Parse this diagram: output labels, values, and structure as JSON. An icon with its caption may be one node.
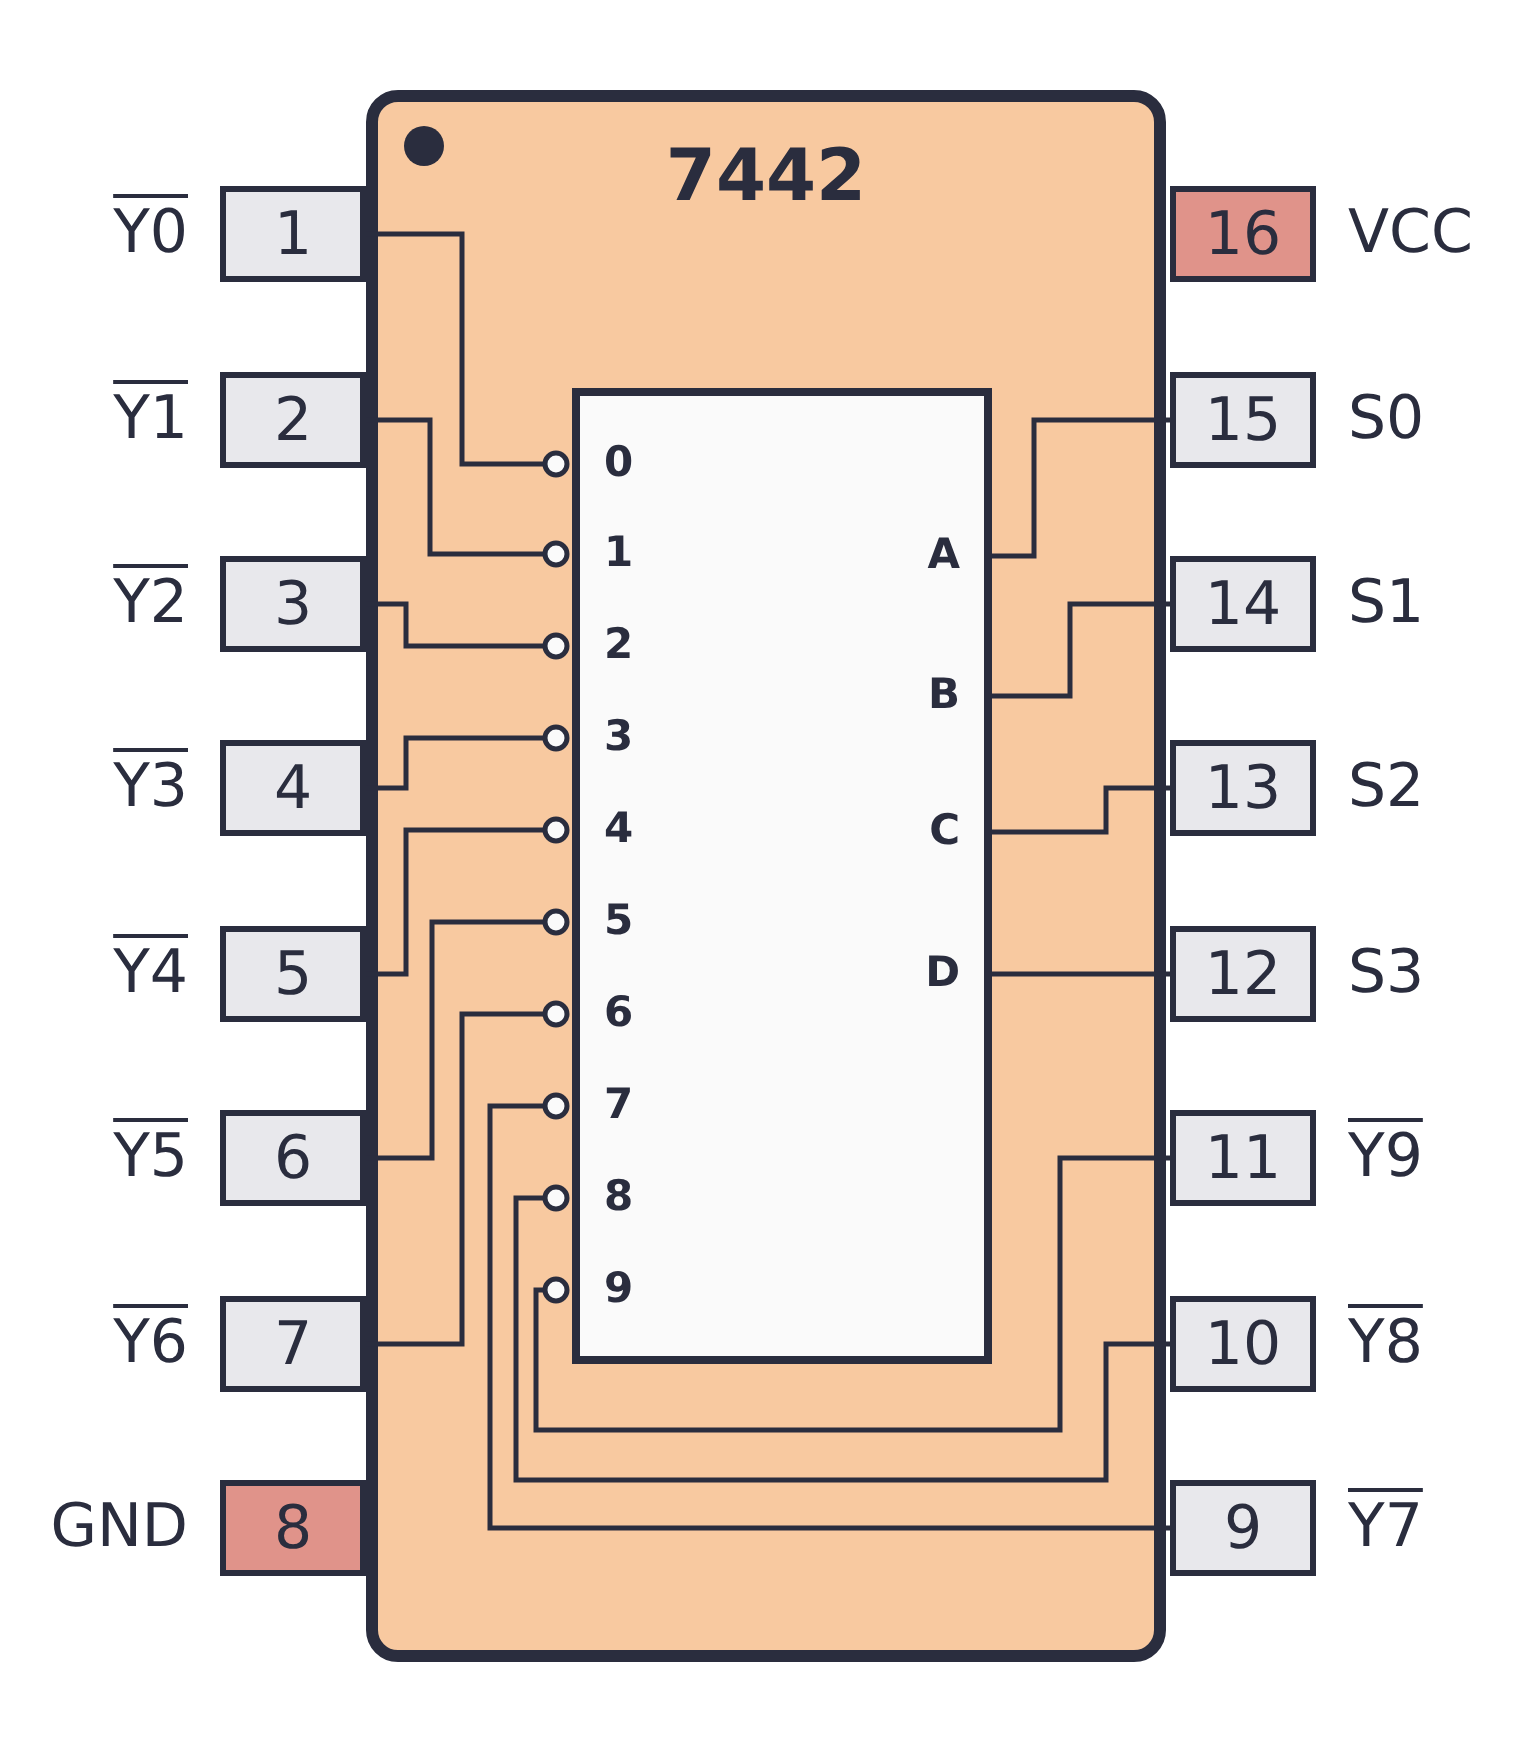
{
  "diagram": {
    "nodes": [
      {
        "text": [
          "7442"
        ]
      },
      {
        "text": [],
        "shape": "box",
        "in": 0
      },
      {
        "text": [
          "0"
        ],
        "in": 1
      },
      {
        "text": [
          "1"
        ],
        "in": 1
      },
      {
        "text": [
          "2"
        ],
        "in": 1
      },
      {
        "text": [
          "3"
        ],
        "in": 1
      },
      {
        "text": [
          "4"
        ],
        "in": 1
      },
      {
        "text": [
          "5"
        ],
        "in": 1
      },
      {
        "text": [
          "6"
        ],
        "in": 1
      },
      {
        "text": [
          "7"
        ],
        "in": 1
      },
      {
        "text": [
          "8"
        ],
        "in": 1
      },
      {
        "text": [
          "9"
        ],
        "in": 1
      },
      {
        "text": [
          "A"
        ],
        "in": 1
      },
      {
        "text": [
          "B"
        ],
        "in": 1
      },
      {
        "text": [
          "C"
        ],
        "in": 1
      },
      {
        "text": [
          "D"
        ],
        "in": 1
      },
      {
        "text": [
          "1"
        ],
        "beside": [
          "Y0"
        ]
      },
      {
        "text": [
          "2"
        ],
        "beside": [
          "Y1"
        ]
      },
      {
        "text": [
          "3"
        ],
        "beside": [
          "Y2"
        ]
      },
      {
        "text": [
          "4"
        ],
        "beside": [
          "Y3"
        ]
      },
      {
        "text": [
          "5"
        ],
        "beside": [
          "Y4"
        ]
      },
      {
        "text": [
          "6"
        ],
        "beside": [
          "Y5"
        ]
      },
      {
        "text": [
          "7"
        ],
        "beside": [
          "Y6"
        ]
      },
      {
        "text": [
          "8"
        ],
        "beside": [
          "GND"
        ]
      },
      {
        "text": [
          "16"
        ],
        "beside": [
          "VCC"
        ]
      },
      {
        "text": [
          "15"
        ],
        "beside": [
          "S0"
        ]
      },
      {
        "text": [
          "14"
        ],
        "beside": [
          "S1"
        ]
      },
      {
        "text": [
          "13"
        ],
        "beside": [
          "S2"
        ]
      },
      {
        "text": [
          "12"
        ],
        "beside": [
          "S3"
        ]
      },
      {
        "text": [
          "11"
        ],
        "beside": [
          "Y9"
        ]
      },
      {
        "text": [
          "10"
        ],
        "beside": [
          "Y8"
        ]
      },
      {
        "text": [
          "9"
        ],
        "beside": [
          "Y7"
        ]
      }
    ],
    "edges": [
      {
        "from": 16,
        "to": 2,
        "arrow": "other"
      },
      {
        "from": 17,
        "to": 3,
        "arrow": "other"
      },
      {
        "from": 18,
        "to": 4,
        "arrow": "other"
      },
      {
        "from": 19,
        "to": 5,
        "arrow": "other"
      },
      {
        "from": 20,
        "to": 6,
        "arrow": "other"
      },
      {
        "from": 21,
        "to": 7,
        "arrow": "other"
      },
      {
        "from": 22,
        "to": 8,
        "arrow": "other"
      },
      {
        "from": 31,
        "to": 9,
        "arrow": "other"
      },
      {
        "from": 30,
        "to": 10,
        "arrow": "other"
      },
      {
        "from": 29,
        "to": 11,
        "arrow": "other"
      },
      {
        "from": 25,
        "to": 12,
        "arrow": "none"
      },
      {
        "from": 26,
        "to": 13,
        "arrow": "none"
      },
      {
        "from": 27,
        "to": 14,
        "arrow": "none"
      },
      {
        "from": 28,
        "to": 15,
        "arrow": "none"
      }
    ]
  }
}
